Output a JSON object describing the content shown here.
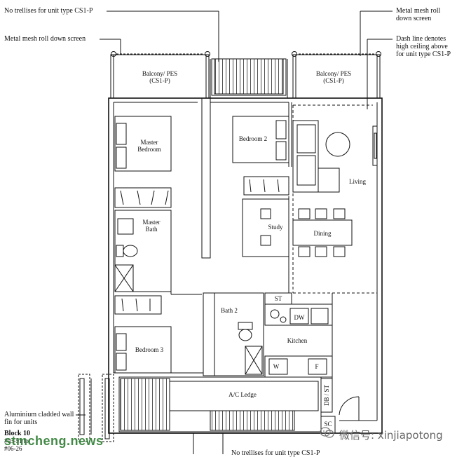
{
  "annotations": {
    "no_trellises_top": "No trellises for unit type CS1-P",
    "metal_mesh_left": "Metal mesh roll down screen",
    "metal_mesh_right": "Metal mesh roll down screen",
    "dash_line": "Dash line denotes high ceiling above for unit type CS1-P",
    "aluminium_fin": "Aluminium cladded wall fin for units",
    "block": "Block 10",
    "unit_1": "#03-51 to",
    "unit_2": "#06-26",
    "no_trellises_bottom": "No trellises for unit type CS1-P"
  },
  "rooms": {
    "balcony_left": "Balcony/ PES (CS1-P)",
    "balcony_right": "Balcony/ PES (CS1-P)",
    "master_bedroom": "Master Bedroom",
    "bedroom_2": "Bedroom 2",
    "living": "Living",
    "master_bath": "Master Bath",
    "study": "Study",
    "dining": "Dining",
    "st": "ST",
    "bath_2": "Bath 2",
    "dw": "DW",
    "kitchen": "Kitchen",
    "bedroom_3": "Bedroom 3",
    "w": "W",
    "f": "F",
    "ac_ledge": "A/C Ledge",
    "db_st": "DB / ST",
    "sc": "SC"
  },
  "watermarks": {
    "site": "stmcheng.news",
    "wechat": "微信号: xinjiapotong"
  }
}
